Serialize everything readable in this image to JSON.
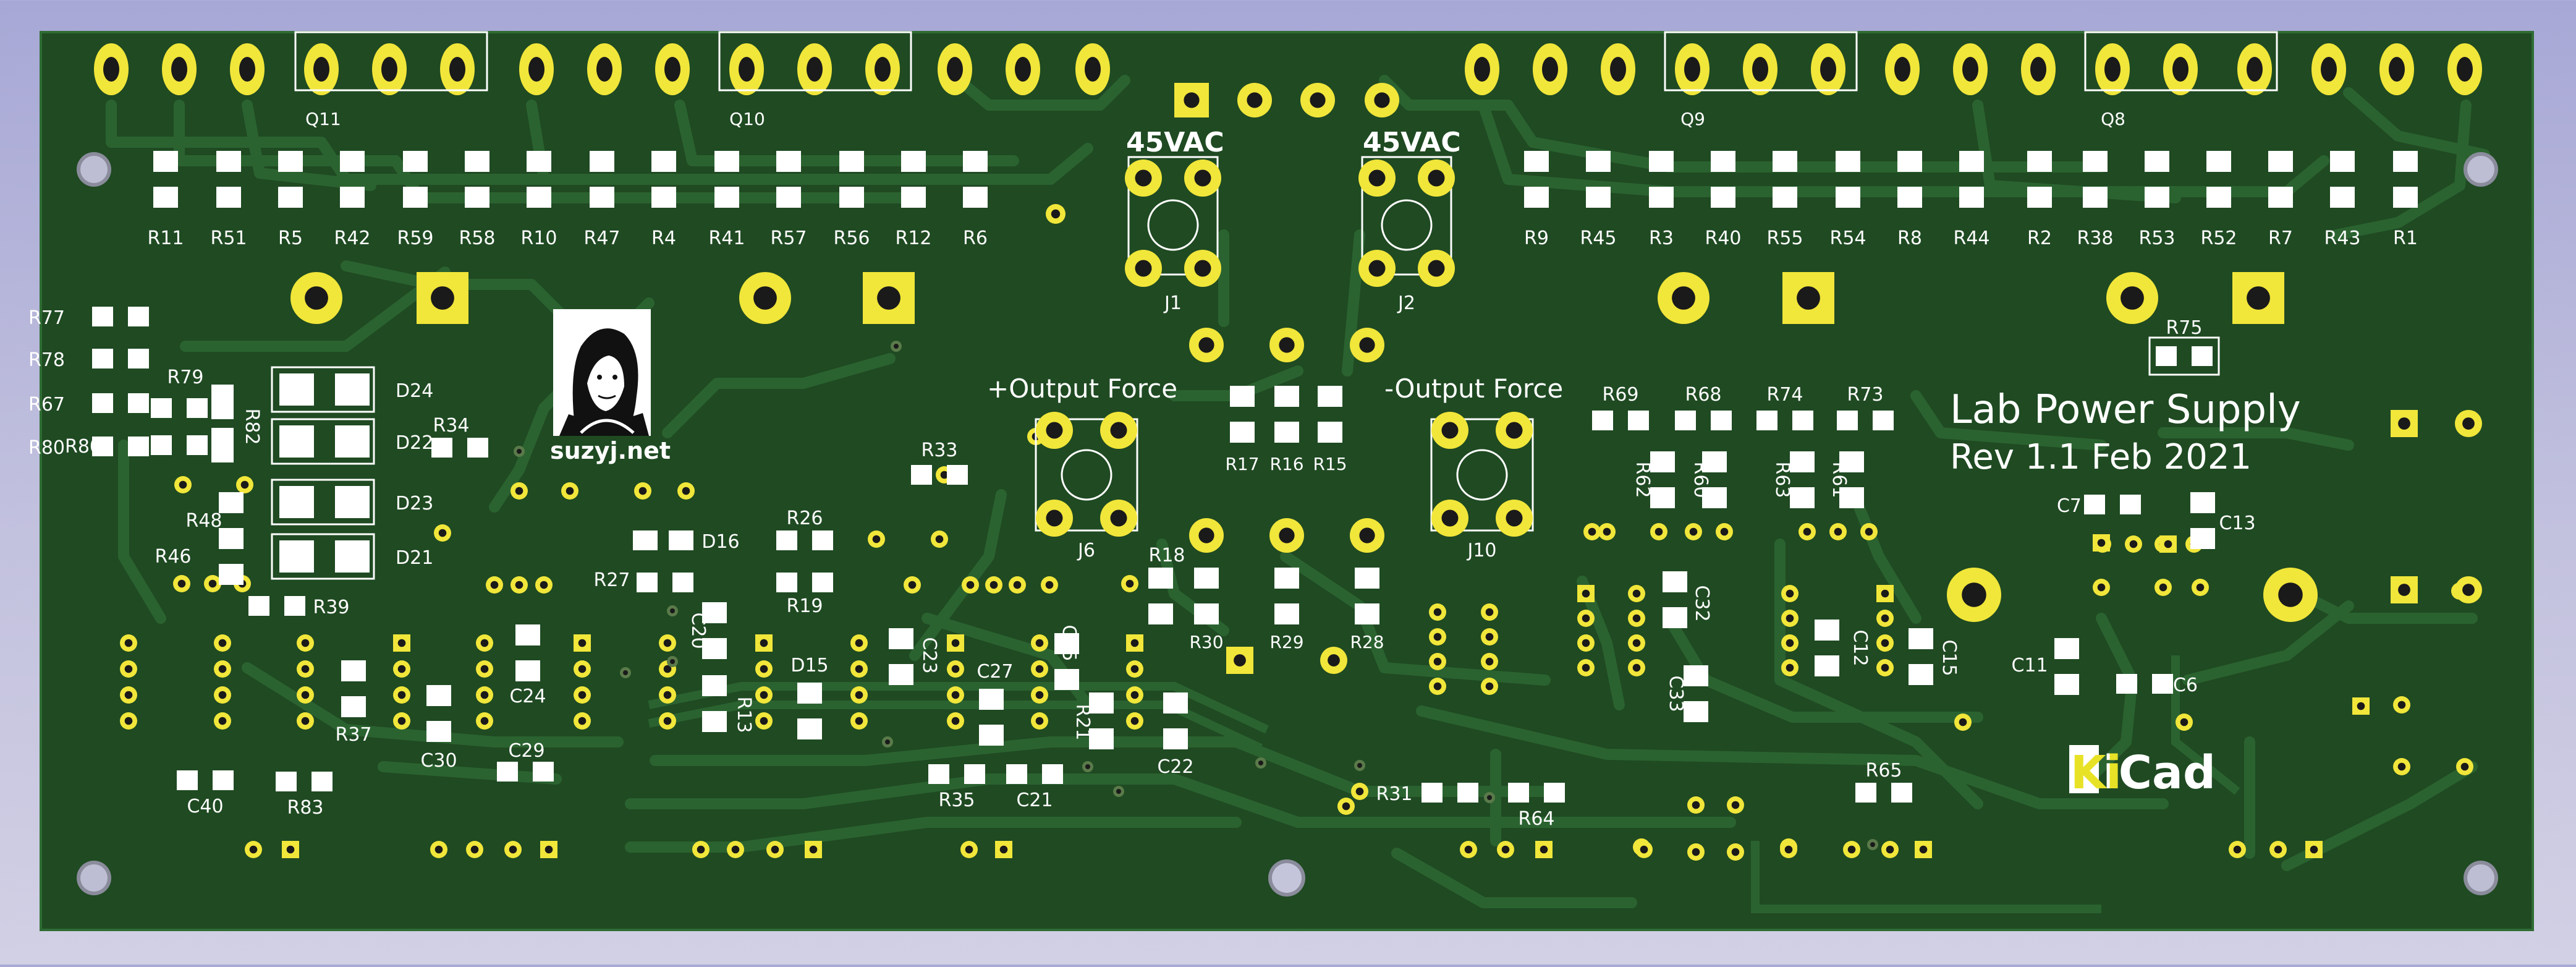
{
  "board": {
    "title": "Lab Power Supply",
    "revision": "Rev 1.1 Feb 2021",
    "artist_credit": "suzyj.net",
    "kicad_logo": "KiCad",
    "connector_label_left": "45VAC",
    "connector_label_right": "45VAC",
    "output_force_pos": "+Output Force",
    "output_force_neg": "-Output Force"
  },
  "colors": {
    "board": "#1f4a22",
    "copper_trace": "#2b6330",
    "pad_gold": "#f1e63a",
    "smd_pad": "#ffffff",
    "silkscreen": "#ffffff"
  },
  "designators": [
    "Q11",
    "Q10",
    "Q9",
    "Q8",
    "R11",
    "R51",
    "R5",
    "R42",
    "R59",
    "R58",
    "R10",
    "R47",
    "R4",
    "R41",
    "R57",
    "R56",
    "R12",
    "R6",
    "R9",
    "R45",
    "R3",
    "R40",
    "R55",
    "R54",
    "R8",
    "R44",
    "R2",
    "R38",
    "R53",
    "R52",
    "R7",
    "R43",
    "R1",
    "J1",
    "J2",
    "J6",
    "J10",
    "R77",
    "R78",
    "R67",
    "R80",
    "R79",
    "R82",
    "D24",
    "D22",
    "D23",
    "D21",
    "R34",
    "R33",
    "R17",
    "R16",
    "R15",
    "R48",
    "R46",
    "R39",
    "R37",
    "R83",
    "C40",
    "C30",
    "C24",
    "C29",
    "R26",
    "R27",
    "D16",
    "R19",
    "C20",
    "R13",
    "D15",
    "C23",
    "C27",
    "C25",
    "R21",
    "C22",
    "R35",
    "C21",
    "R18",
    "R30",
    "R29",
    "R28",
    "R31",
    "R64",
    "R69",
    "R68",
    "R74",
    "R73",
    "R62",
    "R60",
    "R63",
    "R61",
    "C32",
    "C33",
    "C12",
    "C15",
    "R65",
    "R75",
    "C7",
    "C13",
    "C11",
    "C6"
  ]
}
